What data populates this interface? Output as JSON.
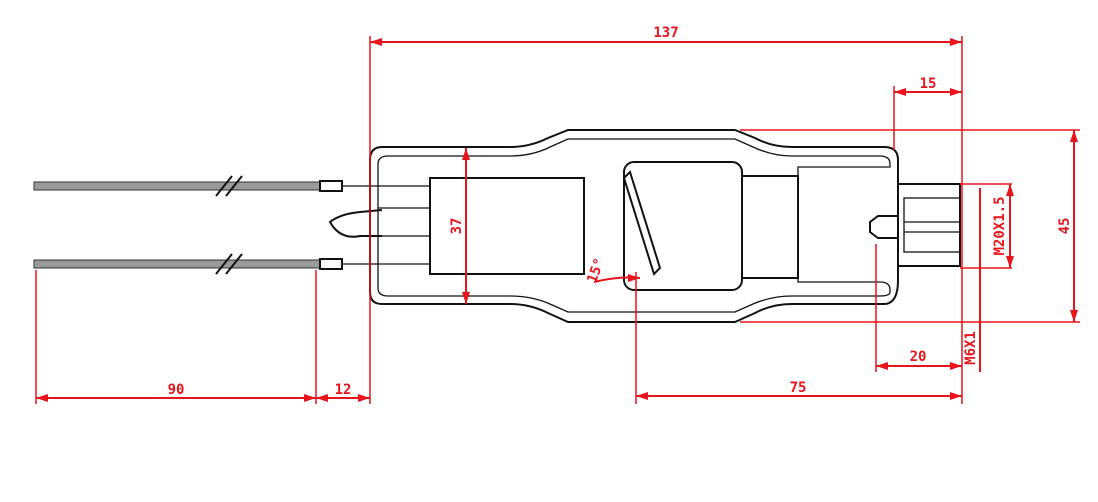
{
  "dimensions": {
    "overall_length": "137",
    "nut_length": "15",
    "inner_height": "37",
    "total_height": "45",
    "thread": "M20X1.5",
    "screw": "M6X1",
    "screw_dim": "20",
    "lead_length": "90",
    "lead_offset": "12",
    "blade_length": "75",
    "angle": "15°"
  },
  "colors": {
    "dimension": "#e8141c",
    "outline": "#111111",
    "background": "#ffffff"
  }
}
